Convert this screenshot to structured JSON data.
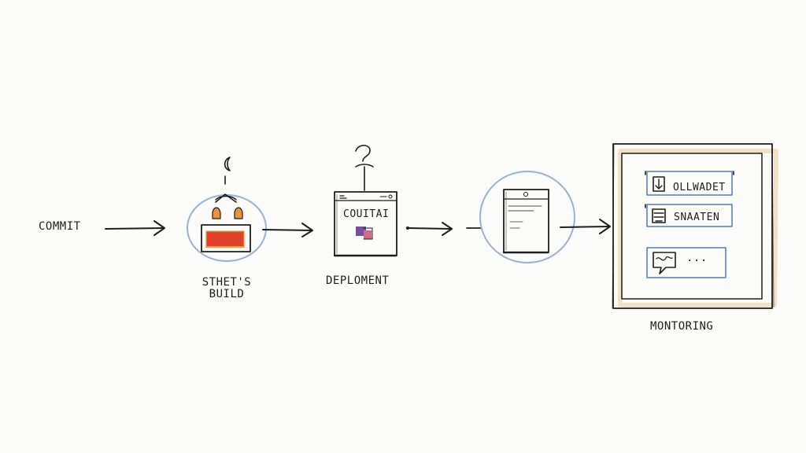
{
  "labels": {
    "commit": "COMMIT",
    "build_line1": "STHET'S",
    "build_line2": "BUILD",
    "deployment": "DEPLOMENT",
    "monitoring": "MONTORING"
  },
  "deploy_window": {
    "title": "COUITAI"
  },
  "monitor_panel": {
    "rows": [
      {
        "text": "OLLWADET"
      },
      {
        "text": "SNAATEN"
      },
      {
        "text": "..."
      }
    ]
  },
  "colors": {
    "ink": "#1e1e1e",
    "circle_blue": "#9cb2cc",
    "box_blue": "#6f8fbf",
    "build_red": "#e0422b",
    "build_orange": "#e8a23a",
    "bulb_orange": "#e9943a",
    "deploy_purple": "#7a4e9e",
    "deploy_pink": "#d06a8a",
    "panel_shadow": "#e8c89a"
  }
}
